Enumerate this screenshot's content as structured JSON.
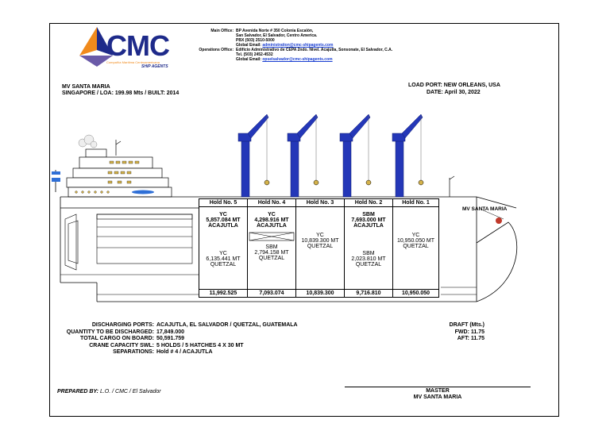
{
  "company": {
    "logo_text": "CMC",
    "logo_subtitle": "Compañía Marítima Centroamericana",
    "logo_tagline": "SHIP AGENTS",
    "main_office_label": "Main Office:",
    "main_office_lines": [
      "BP Avenida Norte # 350 Colonia Escalón,",
      "San Salvador, El Salvador, Centro America.",
      "PBX (503) 2510-5000",
      "Global Email: "
    ],
    "main_office_email": "administration@cmc-shipagents.com",
    "operations_office_label": "Operations Office:",
    "operations_office_lines": [
      "Edificio Administrativo de CEPA 2ndo. Nivel. Acajutla, Sonsonate, El Salvador, C.A.",
      "Tel. (503) 2452-4532",
      "Global Email: "
    ],
    "operations_office_email": "opselsalvador@cmc-shipagents.com"
  },
  "vessel": {
    "name": "MV SANTA MARIA",
    "details": "SINGAPORE / LOA: 199.98  Mts / BUILT: 2014",
    "load_port_label": "LOAD PORT:",
    "load_port": "NEW ORLEANS, USA",
    "date_label": "DATE:",
    "date": "April 30, 2022",
    "bow_label": "MV SANTA MARIA"
  },
  "holds": {
    "headers": [
      "Hold No. 5",
      "Hold No. 4",
      "Hold No. 3",
      "Hold No. 2",
      "Hold No. 1"
    ],
    "upper": [
      {
        "grade": "YC",
        "qty": "5,857.084 MT",
        "port": "ACAJUTLA"
      },
      {
        "grade": "YC",
        "qty": "4,298.916 MT",
        "port": "ACAJUTLA"
      },
      {
        "grade": "",
        "qty": "",
        "port": ""
      },
      {
        "grade": "SBM",
        "qty": "7,693.000 MT",
        "port": "ACAJUTLA"
      },
      {
        "grade": "",
        "qty": "",
        "port": ""
      }
    ],
    "middle": [
      {
        "grade": "",
        "qty": "",
        "port": ""
      },
      {
        "grade": "",
        "qty": "",
        "port": ""
      },
      {
        "grade": "YC",
        "qty": "10,839.300 MT",
        "port": "QUETZAL"
      },
      {
        "grade": "",
        "qty": "",
        "port": ""
      },
      {
        "grade": "YC",
        "qty": "10,950.050 MT",
        "port": "QUETZAL"
      }
    ],
    "lower": [
      {
        "grade": "YC",
        "qty": "6,135.441 MT",
        "port": "QUETZAL"
      },
      {
        "grade": "SBM",
        "qty": "2,794.158 MT",
        "port": "QUETZAL"
      },
      {
        "grade": "",
        "qty": "",
        "port": ""
      },
      {
        "grade": "SBM",
        "qty": "2,023.810 MT",
        "port": "QUETZAL"
      },
      {
        "grade": "",
        "qty": "",
        "port": ""
      }
    ],
    "totals": [
      "11,992.525",
      "7,093.074",
      "10,839.300",
      "9,716.810",
      "10,950.050"
    ]
  },
  "summary": [
    {
      "label": "DISCHARGING PORTS:",
      "value": "ACAJUTLA, EL SALVADOR / QUETZAL, GUATEMALA"
    },
    {
      "label": "QUANTITY TO BE DISCHARGED:",
      "value": "17,849.000"
    },
    {
      "label": "TOTAL CARGO ON BOARD:",
      "value": "50,591.759"
    },
    {
      "label": "CRANE CAPACITY SWL:",
      "value": "5 HOLDS / 5 HATCHES 4 X 30 MT"
    },
    {
      "label": "SEPARATIONS:",
      "value": "Hold # 4 / ACAJUTLA"
    }
  ],
  "draft": {
    "title": "DRAFT (Mts.)",
    "fwd_label": "FWD:",
    "fwd": "11.75",
    "aft_label": "AFT:",
    "aft": "11.75"
  },
  "footer": {
    "prepared_label": "PREPARED BY:",
    "prepared_value": "L.O. / CMC / El Salvador",
    "master": "MASTER",
    "master_vessel": "MV SANTA MARIA"
  },
  "colors": {
    "logo_blue": "#1e2a8a",
    "logo_orange": "#f08a1c",
    "crane_blue": "#2437b8",
    "flag_blue": "#2f6fd6"
  }
}
